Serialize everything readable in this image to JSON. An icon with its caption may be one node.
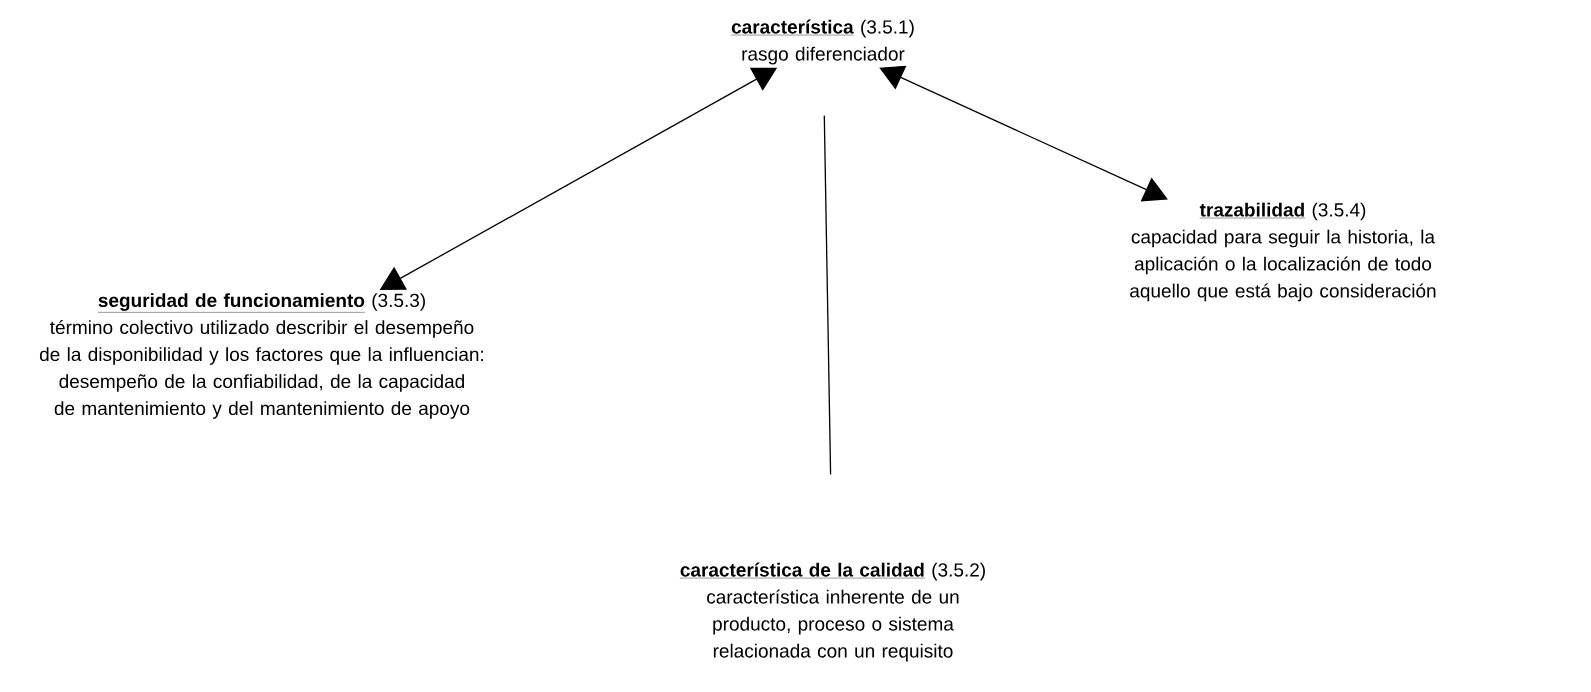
{
  "diagram": {
    "nodes": [
      {
        "text": [
          "característica",
          "(3.5.1)",
          "rasgo diferenciador"
        ]
      },
      {
        "text": [
          "seguridad de funcionamiento",
          "(3.5.3)",
          "término colectivo utilizado describir el desempeño de la disponibilidad y los factores que la influencian: desempeño de la confiabilidad, de la capacidad de mantenimiento y del mantenimiento de apoyo"
        ]
      },
      {
        "text": [
          "trazabilidad",
          "(3.5.4)",
          "capacidad para seguir la historia, la aplicación o la localización de todo aquello que está bajo consideración"
        ]
      },
      {
        "text": [
          "característica de la calidad",
          "(3.5.2)",
          "característica inherente de un producto, proceso o sistema relacionada con un requisito"
        ]
      }
    ],
    "edges": [
      {
        "from": 0,
        "to": 1,
        "arrow": "both"
      },
      {
        "from": 0,
        "to": 2,
        "arrow": "both"
      },
      {
        "from": 0,
        "to": 3,
        "arrow": "none"
      }
    ]
  }
}
